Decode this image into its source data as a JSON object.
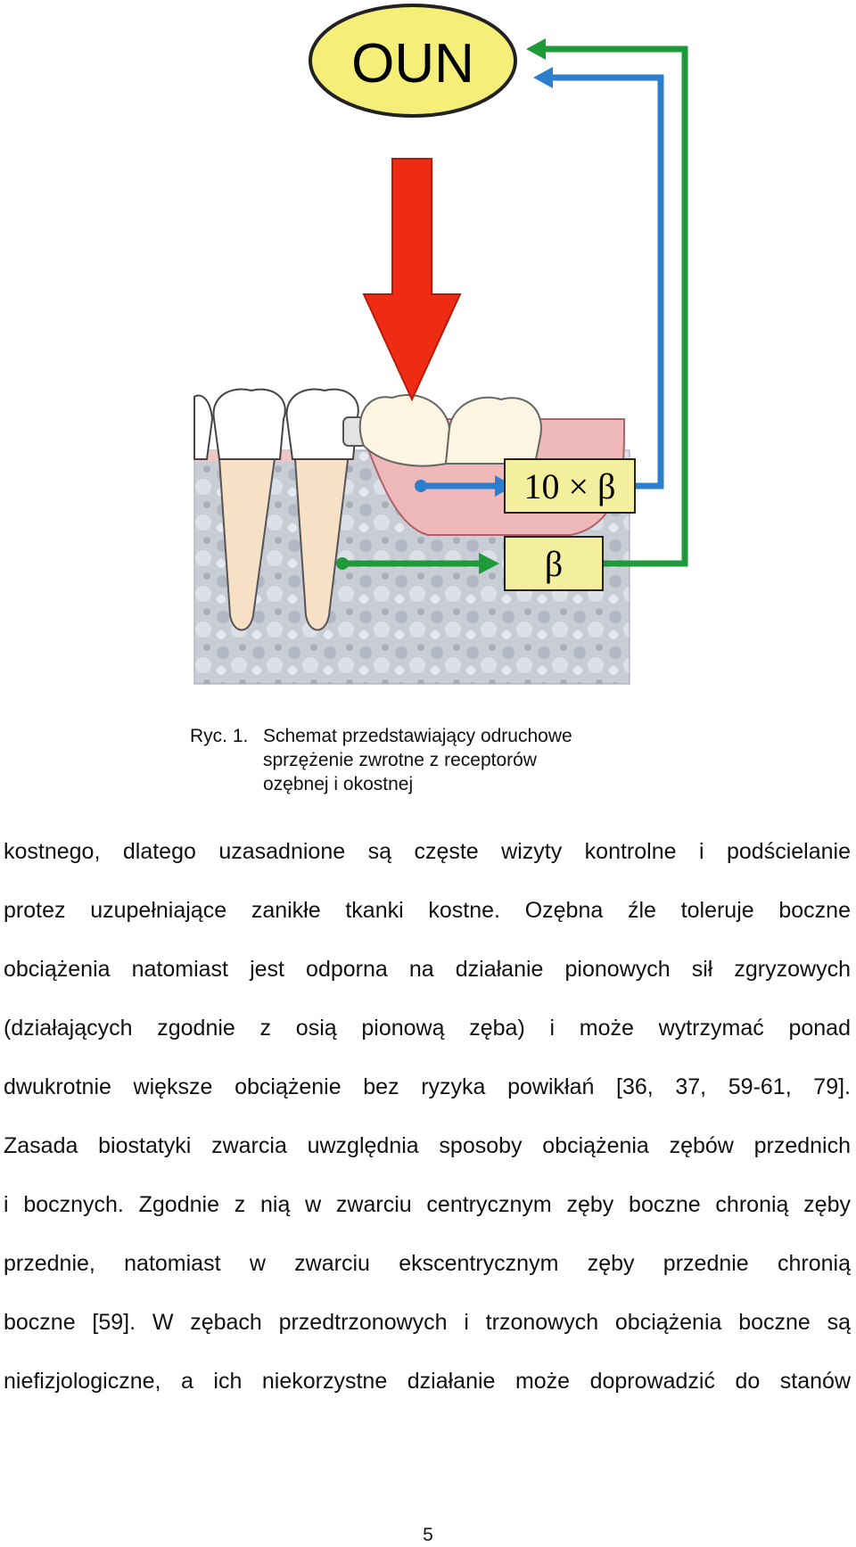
{
  "figure": {
    "oun_label": "OUN",
    "box_top_label": "10 × β",
    "box_bottom_label": "β",
    "colors": {
      "oun_fill": "#f5ef7a",
      "red_arrow": "#ee2b14",
      "blue_arrow": "#2b7fcc",
      "green_arrow": "#1f9a3b",
      "box_fill": "#f4ef9e",
      "gum_fill": "#efb9b9",
      "tooth_fill": "#fdf5e2",
      "root_fill": "#f7e0c6",
      "bone_fill": "#c9ced6"
    }
  },
  "caption": {
    "label": "Ryc. 1.",
    "text": "Schemat przedstawiający odruchowe\nsprzężenie zwrotne z receptorów\nozębnej i okostnej"
  },
  "body": {
    "lines": [
      "kostnego, dlatego uzasadnione są częste wizyty kontrolne i podścielanie",
      "protez uzupełniające zanikłe tkanki kostne. Ozębna źle toleruje boczne",
      "obciążenia natomiast jest odporna na działanie pionowych sił zgryzowych",
      "(działających zgodnie z osią pionową zęba) i może wytrzymać ponad",
      "dwukrotnie większe obciążenie bez ryzyka powikłań [36, 37, 59-61, 79].",
      "Zasada biostatyki zwarcia uwzględnia sposoby obciążenia zębów przednich",
      "i bocznych. Zgodnie z nią w zwarciu centrycznym zęby boczne chronią zęby",
      "przednie, natomiast w zwarciu ekscentrycznym zęby przednie chronią",
      "boczne [59]. W zębach przedtrzonowych i trzonowych obciążenia boczne są",
      "niefizjologiczne, a ich niekorzystne działanie może doprowadzić do stanów"
    ]
  },
  "page_number": "5"
}
